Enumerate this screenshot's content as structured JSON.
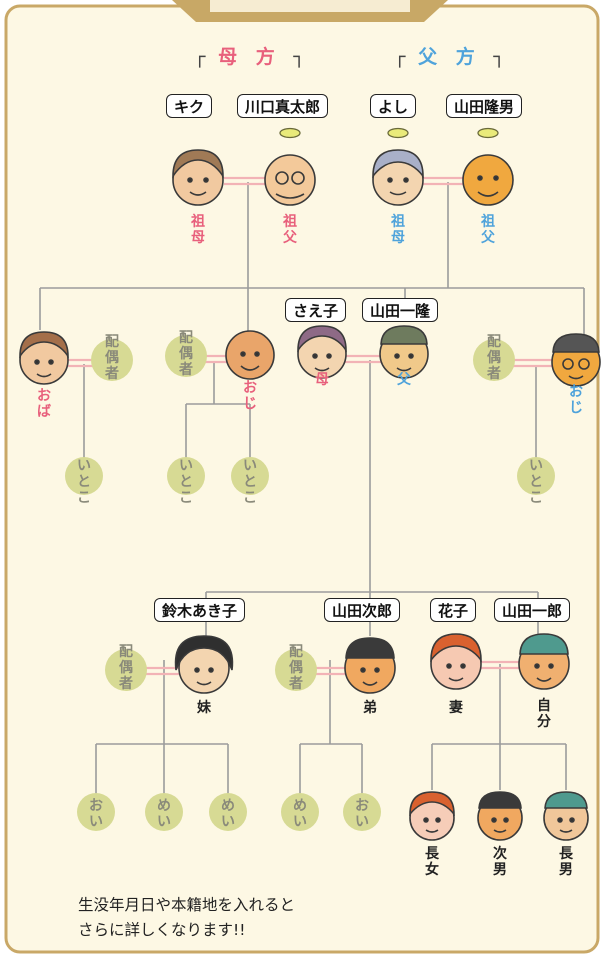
{
  "groups": {
    "maternal": "母 方",
    "paternal": "父 方",
    "bracket_open": "┌",
    "bracket_close": "┐"
  },
  "names": {
    "kiku": "キク",
    "kawaguchi_shintaro": "川口真太郎",
    "yoshi": "よし",
    "yamada_takao": "山田隆男",
    "saeko": "さえ子",
    "yamada_kazutaka": "山田一隆",
    "suzuki_akiko": "鈴木あき子",
    "yamada_jiro": "山田次郎",
    "hanako": "花子",
    "yamada_ichiro": "山田一郎"
  },
  "relations": {
    "maternal_grandmother": "祖母",
    "maternal_grandfather": "祖父",
    "paternal_grandmother": "祖母",
    "paternal_grandfather": "祖父",
    "aunt": "おば",
    "uncle_maternal": "おじ",
    "mother": "母",
    "father": "父",
    "uncle_paternal": "おじ",
    "spouse": "配偶者",
    "cousin": "いとこ",
    "sister": "妹",
    "brother": "弟",
    "wife": "妻",
    "self": "自分",
    "nephew": "おい",
    "niece": "めい",
    "eldest_daughter": "長女",
    "second_son": "次男",
    "eldest_son": "長男"
  },
  "note": {
    "line1": "生没年月日や本籍地を入れると",
    "line2": "さらに詳しくなります!!"
  },
  "colors": {
    "frame": "#c9a867",
    "background": "#fdf8e4",
    "lines": "#9b9b9b",
    "marriage": "#f2b3b6",
    "circle": "#d7da94",
    "maternal_text": "#e8607c",
    "paternal_text": "#4fa3db"
  }
}
